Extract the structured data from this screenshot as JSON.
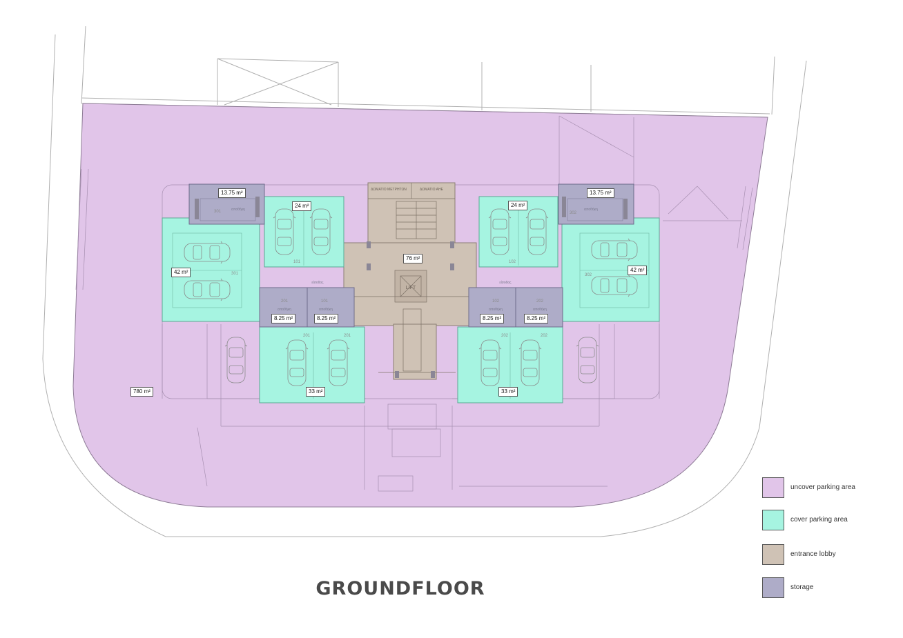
{
  "title": "GROUNDFLOOR",
  "colors": {
    "uncover": "#e1c5e9",
    "cover": "#a6f4e1",
    "lobby": "#cfc2b5",
    "storage": "#aeacc8",
    "lines": "#9a9a9a"
  },
  "areas": {
    "total": "780 m²",
    "storage_large_left": "13.75 m²",
    "storage_large_right": "13.75 m²",
    "parking_101": "24 m²",
    "parking_102": "24 m²",
    "lobby": "76 m²",
    "parking_301": "42 m²",
    "parking_302": "42 m²",
    "storage_201": "8.25 m²",
    "storage_101": "8.25 m²",
    "storage_102": "8.25 m²",
    "storage_202": "8.25 m²",
    "parking_201": "33 m²",
    "parking_202": "33 m²"
  },
  "plan_text": {
    "lift": "LIFT",
    "room_meters": "ΔΩΜΑΤΙΟ ΜΕΤΡΗΤΩΝ",
    "room_ahe": "ΔΩΜΑΤΙΟ ΑΗΕ",
    "apothiki": "αποθήκη",
    "entrance": "είσοδος",
    "unit_301": "301",
    "unit_302": "302",
    "unit_101": "101",
    "unit_102": "102",
    "unit_201": "201",
    "unit_202": "202"
  },
  "legend": [
    {
      "label": "uncover parking area",
      "color": "#e1c5e9"
    },
    {
      "label": "cover parking area",
      "color": "#a6f4e1"
    },
    {
      "label": "entrance lobby",
      "color": "#cfc2b5"
    },
    {
      "label": "storage",
      "color": "#aeacc8"
    }
  ]
}
